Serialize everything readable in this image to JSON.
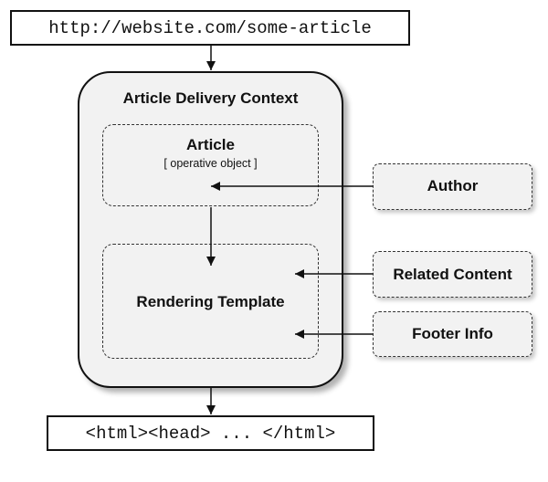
{
  "request": {
    "url": "http://website.com/some-article"
  },
  "context": {
    "title": "Article Delivery Context",
    "article": {
      "title": "Article",
      "subtitle": "[ operative object ]"
    },
    "rendering_template": {
      "title": "Rendering Template"
    }
  },
  "inputs": {
    "author": "Author",
    "related_content": "Related Content",
    "footer_info": "Footer Info"
  },
  "output": {
    "html": "<html><head> ... </html>"
  },
  "colors": {
    "stroke": "#111111",
    "fill": "#f2f2f2",
    "background": "#ffffff"
  }
}
